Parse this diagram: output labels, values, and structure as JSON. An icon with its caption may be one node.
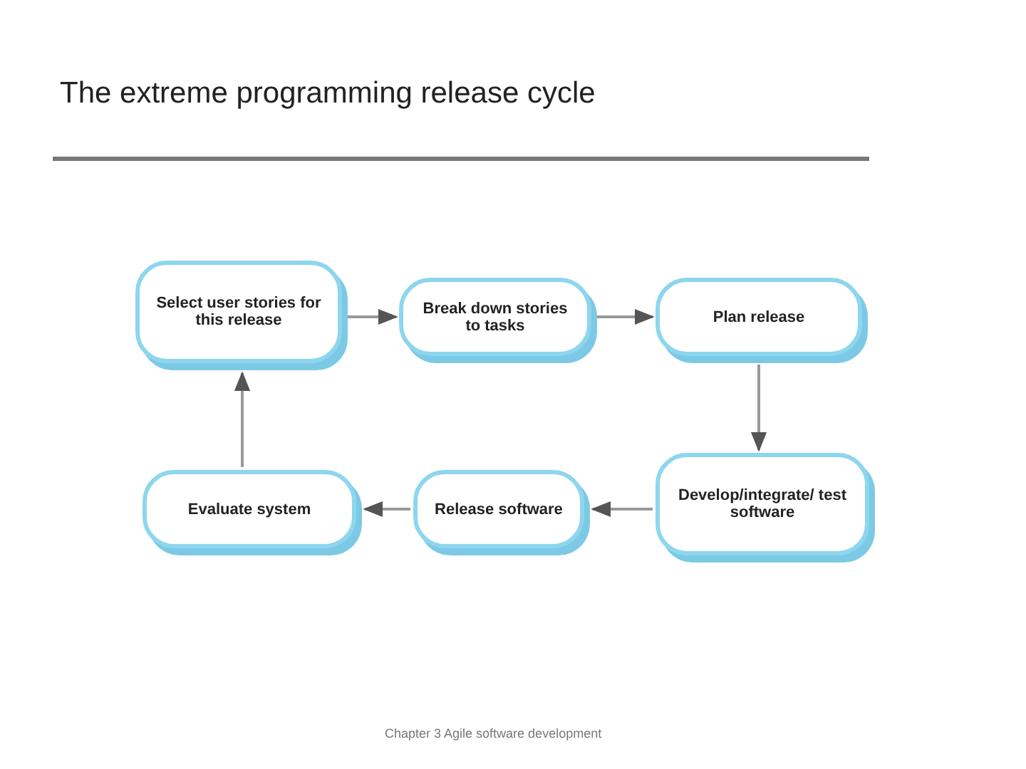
{
  "diagram": {
    "title": "The extreme programming release cycle",
    "nodes": [
      {
        "text": [
          "Select user stories for this release"
        ]
      },
      {
        "text": [
          "Break down stories to tasks"
        ]
      },
      {
        "text": [
          "Plan release"
        ]
      },
      {
        "text": [
          "Develop/integrate/ test software"
        ]
      },
      {
        "text": [
          "Release software"
        ]
      },
      {
        "text": [
          "Evaluate system"
        ]
      }
    ],
    "edges": [
      {
        "from": 0,
        "to": 1,
        "arrow": "to"
      },
      {
        "from": 1,
        "to": 2,
        "arrow": "to"
      },
      {
        "from": 2,
        "to": 3,
        "arrow": "to"
      },
      {
        "from": 3,
        "to": 4,
        "arrow": "to"
      },
      {
        "from": 4,
        "to": 5,
        "arrow": "to"
      },
      {
        "from": 5,
        "to": 0,
        "arrow": "to"
      }
    ],
    "labels": [
      "Chapter 3 Agile software development"
    ]
  }
}
